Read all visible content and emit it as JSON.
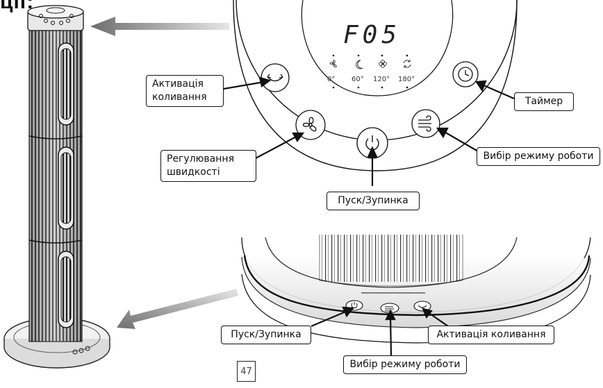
{
  "page": {
    "heading_fragment": "ції:",
    "page_number": "47"
  },
  "display": {
    "readout": "F05",
    "mode_icons": [
      "fan-icon",
      "moon-icon",
      "flower-icon",
      "rotate-icon"
    ],
    "angles": [
      "0°",
      "60°",
      "120°",
      "180°"
    ]
  },
  "callouts": {
    "oscillation": [
      "Активація",
      "коливання"
    ],
    "speed": [
      "Регулювання",
      "швидкості"
    ],
    "timer": "Таймер",
    "mode": "Вибір режиму роботи",
    "power": "Пуск/Зупинка",
    "base_power": "Пуск/Зупинка",
    "base_oscillation": "Активація коливання",
    "base_mode": "Вибір режиму роботи"
  },
  "colors": {
    "line": "#111111",
    "tower_dark": "#2a2a2a",
    "tower_light": "#bdbdbd",
    "arrow_grey": "#8c8c8c"
  }
}
